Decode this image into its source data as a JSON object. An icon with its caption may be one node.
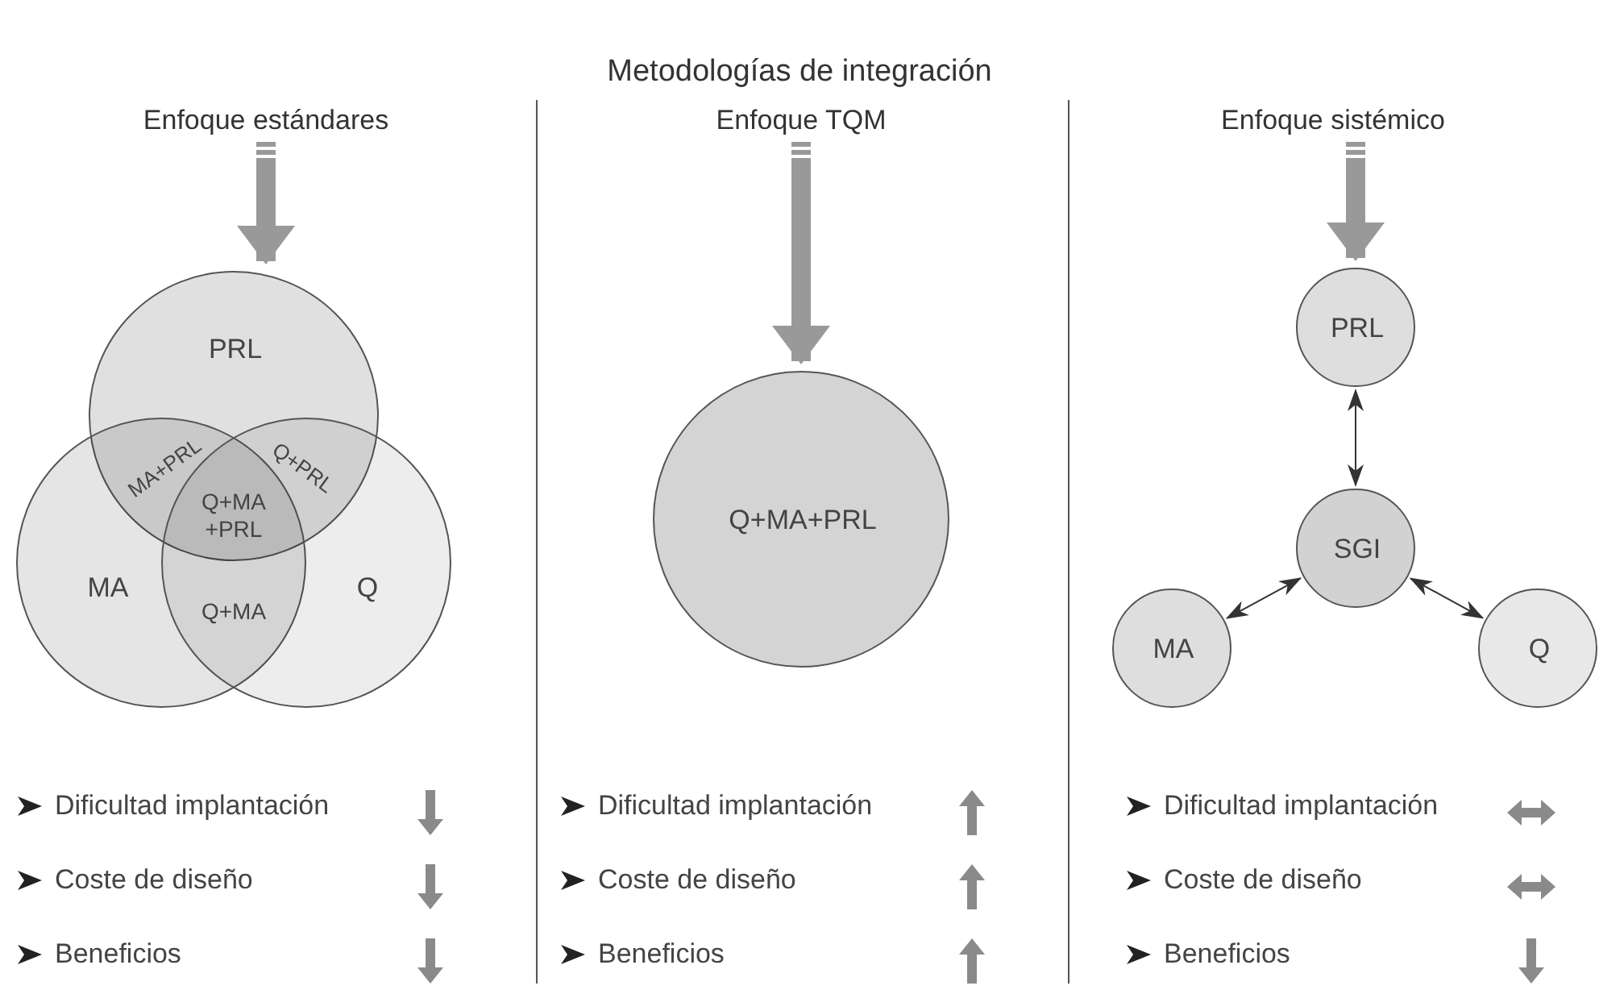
{
  "diagram": {
    "title": "Metodologías de integración",
    "nodes": [
      {
        "text": [
          "Enfoque estándares"
        ]
      },
      {
        "text": [
          "Enfoque TQM"
        ]
      },
      {
        "text": [
          "Enfoque sistémico"
        ]
      },
      {
        "text": [
          "PRL"
        ]
      },
      {
        "text": [
          "MA"
        ]
      },
      {
        "text": [
          "Q"
        ]
      },
      {
        "text": [
          "Q+MA+PRL"
        ]
      },
      {
        "text": [
          "PRL"
        ]
      },
      {
        "text": [
          "SGI"
        ]
      },
      {
        "text": [
          "MA"
        ]
      },
      {
        "text": [
          "Q"
        ]
      }
    ],
    "edges": [
      {
        "from": 0,
        "to": 3,
        "arrow": "to",
        "style": "thick",
        "color": "#999999"
      },
      {
        "from": 1,
        "to": 6,
        "arrow": "to",
        "style": "thick",
        "color": "#999999"
      },
      {
        "from": 2,
        "to": 7,
        "arrow": "to",
        "style": "thick",
        "color": "#999999"
      },
      {
        "from": 7,
        "to": 8,
        "arrow": "both",
        "color": "#333333"
      },
      {
        "from": 8,
        "to": 9,
        "arrow": "both",
        "color": "#333333"
      },
      {
        "from": 8,
        "to": 10,
        "arrow": "both",
        "color": "#333333"
      }
    ],
    "labels": [
      "MA+PRL",
      "Q+PRL",
      "Q+MA +PRL",
      "Q+MA",
      "Dificultad implantación",
      "Coste de diseño",
      "Beneficios",
      "Dificultad implantación",
      "Coste de diseño",
      "Beneficios",
      "Dificultad implantación",
      "Coste de diseño",
      "Beneficios"
    ]
  }
}
